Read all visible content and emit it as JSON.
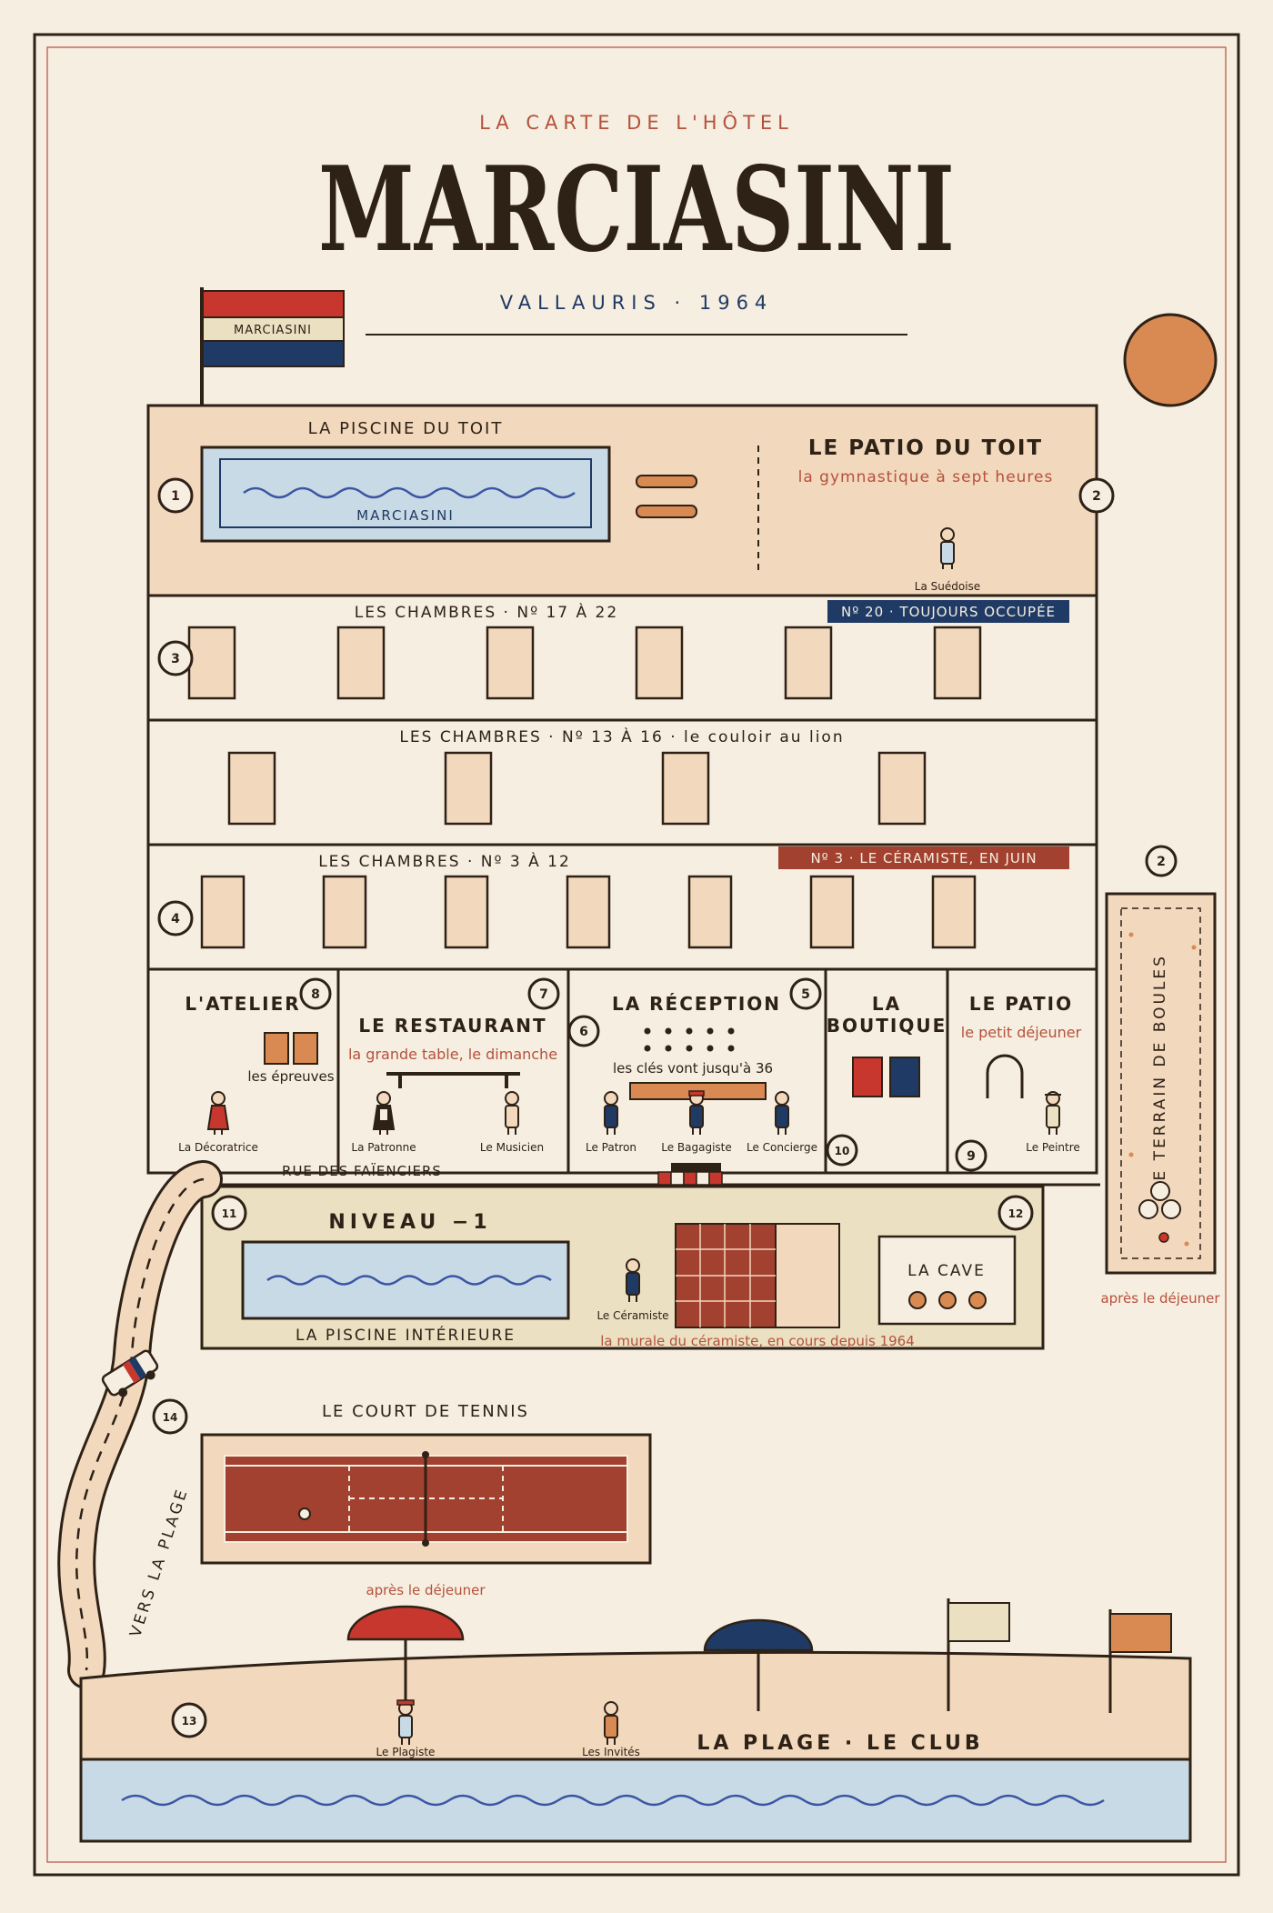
{
  "header": {
    "kicker": "LA CARTE DE L'HÔTEL",
    "title": "MARCIASINI",
    "subtitle": "VALLAURIS · 1964"
  },
  "flag": {
    "label": "MARCIASINI"
  },
  "roof": {
    "pool_title": "LA PISCINE DU TOIT",
    "pool_label": "MARCIASINI",
    "patio_title": "LE PATIO DU TOIT",
    "patio_note": "la gymnastique à sept heures",
    "guest": "La Suédoise"
  },
  "rooms": {
    "floor3_title": "LES CHAMBRES · Nº 17 À 22",
    "floor3_tag": "Nº 20 · TOUJOURS OCCUPÉE",
    "floor2_title": "LES CHAMBRES · Nº 13 À 16 · le couloir au lion",
    "floor1_title": "LES CHAMBRES · Nº 3 À 12",
    "floor1_tag": "Nº 3 · LE CÉRAMISTE, EN JUIN"
  },
  "ground": {
    "atelier": {
      "title": "L'ATELIER",
      "note": "les épreuves",
      "person": "La Décoratrice"
    },
    "restaurant": {
      "title": "LE RESTAURANT",
      "note": "la grande table, le dimanche",
      "person1": "La Patronne",
      "person2": "Le Musicien"
    },
    "reception": {
      "title": "LA RÉCEPTION",
      "note": "les clés vont jusqu'à 36",
      "person1": "Le Patron",
      "person2": "Le Bagagiste",
      "person3": "Le Concierge"
    },
    "boutique": {
      "title_line1": "LA",
      "title_line2": "BOUTIQUE"
    },
    "patio": {
      "title": "LE PATIO",
      "note": "le petit déjeuner",
      "person": "Le Peintre"
    },
    "street": "RUE DES FAÏENCIERS"
  },
  "basement": {
    "title": "NIVEAU −1",
    "pool": "LA PISCINE INTÉRIEURE",
    "person": "Le Céramiste",
    "mural": "la murale du céramiste, en cours depuis 1964",
    "cave": "LA CAVE"
  },
  "boules": {
    "title": "LE TERRAIN DE BOULES",
    "note": "après le déjeuner"
  },
  "tennis": {
    "title": "LE COURT DE TENNIS",
    "note": "après le déjeuner"
  },
  "road": {
    "label": "VERS LA PLAGE"
  },
  "beach": {
    "title": "LA PLAGE · LE CLUB",
    "person1": "Le Plagiste",
    "person2": "Les Invités"
  },
  "markers": [
    "1",
    "2",
    "3",
    "4",
    "5",
    "6",
    "7",
    "8",
    "9",
    "10",
    "11",
    "12",
    "13",
    "14"
  ],
  "colors": {
    "background": "#f6eee0",
    "ink": "#2e2116",
    "peach": "#f2d8bd",
    "red": "#c8372d",
    "navy": "#1f3a64",
    "orange": "#d98a52",
    "water": "#c8dae5",
    "clay": "#a2412f",
    "rust": "#b5513c",
    "cream": "#ebe0c2"
  }
}
